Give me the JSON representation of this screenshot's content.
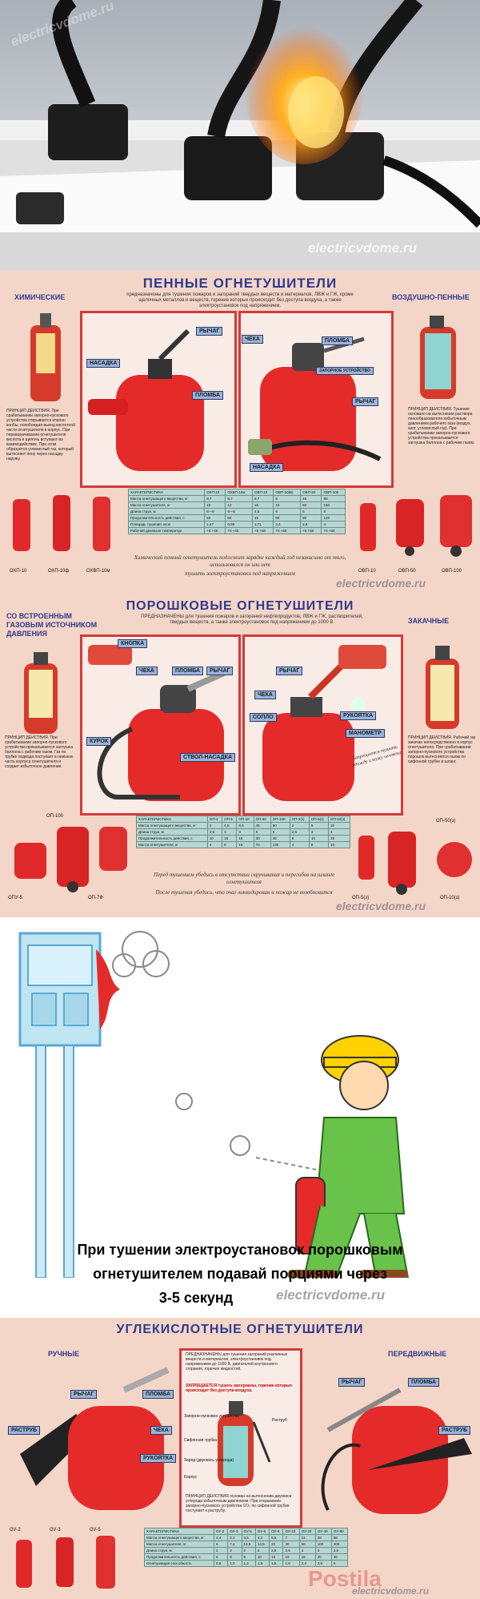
{
  "site": {
    "watermark": "electricvdome.ru"
  },
  "photo": {
    "watermark": "electricvdome.ru"
  },
  "foam": {
    "title": "ПЕННЫЕ ОГНЕТУШИТЕЛИ",
    "subtitle": "предназначены для тушения пожаров и загораний твердых веществ и материалов, ЛВЖ и ГЖ, кроме щелочных металлов и веществ, горение которых происходит без доступа воздуха, а также электроустановок под напряжением.",
    "left_head": "ХИМИЧЕСКИЕ",
    "right_head": "ВОЗДУШНО-ПЕННЫЕ",
    "tags": {
      "lever": "РЫЧАГ",
      "nozzle": "НАСАДКА",
      "float": "ПЛОМБА",
      "check": "ЧЕКА",
      "seal": "ПЛОМБА",
      "lever2": "РЫЧАГ",
      "nozzle2": "НАСАДКА",
      "valve": "ЗАПОРНОЕ УСТРОЙСТВО"
    },
    "left_para": "ПРИНЦИП ДЕЙСТВИЯ. При срабатывании запорно-пускового устройства открывается клапан колбы, освобождая выход кислотной части огнетушителя в корпус. При переворачивании огнетушителя кислота и щелочь вступают во взаимодействие. При этом образуется углекислый газ, который вытесняет пену через насадку наружу.",
    "right_para": "ПРИНЦИП ДЕЙСТВИЯ. Тушение основано на вытеснении раствора пенообразователя избыточным давлением рабочего газа (воздух, азот, углекислый газ). При срабатывании запорно-пускового устройства прокалывается заглушка баллона с рабочим газом.",
    "table_header": [
      "ХАРАКТЕРИСТИКА",
      "ОХП-10",
      "ОХВП-10м",
      "ОВП-10",
      "ОВП-10(Б)",
      "ОВП-50",
      "ОВП-100"
    ],
    "table_rows": [
      [
        "Масса огнетушащего вещества, кг",
        "8,7",
        "8,7",
        "8,7",
        "9",
        "45",
        "90"
      ],
      [
        "Масса огнетушителя, кг",
        "15",
        "14",
        "15",
        "15",
        "80",
        "150"
      ],
      [
        "Длина струи, м",
        "6—8",
        "6—8",
        "4,5",
        "6",
        "6",
        "8"
      ],
      [
        "Продолжительность действия, с",
        "60",
        "60",
        "45",
        "60",
        "90",
        "120"
      ],
      [
        "Площадь тушения, кв.м",
        "1,47",
        "0,99",
        "1,71",
        "2,4",
        "2,8",
        "4"
      ],
      [
        "Рабочий диапазон температур",
        "+5 +45",
        "+5 +45",
        "+5 +50",
        "+5 +50",
        "+5 +50",
        "+5 +50"
      ]
    ],
    "note": "Химический пенный огнетушитель подлежит зарядке каждый год независимо от того, использовался он или нет",
    "note2": "тушить электроустановки под напряжением",
    "captions": [
      "ОХП-10",
      "ОХП-10ф",
      "ОХВП-10м",
      "ОВП-10",
      "ОВП-50",
      "ОВП-100"
    ],
    "watermark": "electricvdome.ru"
  },
  "powder": {
    "title": "ПОРОШКОВЫЕ ОГНЕТУШИТЕЛИ",
    "subtitle": "ПРЕДНАЗНАЧЕНЫ для тушения пожаров и загораний нефтепродуктов, ЛВЖ и ГЖ, растворителей, твердых веществ, а также электроустановок под напряжением до 1000 В.",
    "left_head": "СО ВСТРОЕННЫМ ГАЗОВЫМ ИСТОЧНИКОМ ДАВЛЕНИЯ",
    "right_head": "ЗАКАЧНЫЕ",
    "tags": {
      "button": "КНОПКА",
      "check": "ЧЕКА",
      "seal": "ПЛОМБА",
      "lever": "РЫЧАГ",
      "trigger": "КУРОК",
      "barrel": "СТВОЛ-НАСАДКА",
      "lever2": "РЫЧАГ",
      "check2": "ЧЕКА",
      "nozzle": "СОПЛО",
      "handle": "РУКОЯТКА",
      "gauge": "МАНОМЕТР"
    },
    "left_para": "ПРИНЦИП ДЕЙСТВИЯ. При срабатывании запорно-пускового устройства прокалывается заглушка баллона с рабочим газом. Газ по трубке подвода поступает в нижнюю часть корпуса огнетушителя и создает избыточное давление.",
    "right_para": "ПРИНЦИП ДЕЙСТВИЯ. Рабочий газ закачан непосредственно в корпус огнетушителя. При срабатывании запорно-пускового устройства порошок вытесняется газом по сифонной трубке в шланг.",
    "table_header": [
      "ХАРАКТЕРИСТИКА",
      "ОП-2",
      "ОП-5",
      "ОП-10",
      "ОП-50",
      "ОП-100",
      "ОП-2(з)",
      "ОП-5(з)",
      "ОП-10(з)"
    ],
    "table_rows": [
      [
        "Масса огнетушащего вещества, кг",
        "2",
        "4,5",
        "8,5",
        "45",
        "90",
        "2",
        "5",
        "10"
      ],
      [
        "Длина струи, м",
        "2,5",
        "3",
        "3",
        "5",
        "6",
        "2,5",
        "3",
        "4"
      ],
      [
        "Продолжительность действия, с",
        "10",
        "15",
        "15",
        "30",
        "45",
        "8",
        "10",
        "15"
      ],
      [
        "Масса огнетушителя, кг",
        "4",
        "8",
        "16",
        "70",
        "130",
        "4",
        "8",
        "16"
      ]
    ],
    "note": "Перед тушением убедись в отсутствии скручивания и перегибов на шланге огнетушителя",
    "note2": "После тушения убедись, что очаг ликвидирован и пожар не возобновится",
    "center_note": "Запрещается тушить одежду и кожу человека",
    "captions": [
      "ОП-100",
      "ОПУ-5",
      "ОП-7Ф",
      "ОП-5(з)",
      "ОП-10(з)",
      "ОП-50(з)"
    ],
    "watermark": "electricvdome.ru"
  },
  "cartoon": {
    "caption_line1": "При тушении электроустановок порошковым",
    "caption_line2": "огнетушителем подавай порциями через",
    "caption_line3": "3-5 секунд",
    "watermark": "electricvdome.ru"
  },
  "co2": {
    "title": "УГЛЕКИСЛОТНЫЕ ОГНЕТУШИТЕЛИ",
    "left_head": "РУЧНЫЕ",
    "right_head": "ПЕРЕДВИЖНЫЕ",
    "subtitle": "ПРЕДНАЗНАЧЕНЫ для тушения загораний различных веществ и материалов, электроустановок под напряжением до 1000 В, двигателей внутреннего сгорания, горючих жидкостей.",
    "forbidden": "ЗАПРЕЩАЕТСЯ тушить материалы, горение которых происходит без доступа воздуха.",
    "tags": {
      "lever": "РЫЧАГ",
      "seal": "ПЛОМБА",
      "horn": "РАСТРУБ",
      "check": "ЧЕКА",
      "handle": "РУКОЯТКА",
      "lever2": "РЫЧАГ",
      "seal2": "ПЛОМБА",
      "horn2": "РАСТРУБ"
    },
    "center_labels": [
      "Запорно-пусковое устройство",
      "Сифонная трубка",
      "Заряд (двуокись углерода)",
      "Корпус",
      "Раструб"
    ],
    "center_para": "ПРИНЦИП ДЕЙСТВИЯ основан на вытеснении двуокиси углерода избыточным давлением. При открывании запорно-пускового устройства CO₂ по сифонной трубке поступает к раструбу.",
    "table_header": [
      "ХАРАКТЕРИСТИКА",
      "ОУ-2",
      "ОУ-3",
      "ОУ-5",
      "ОУ-6",
      "ОУ-8",
      "ОУ-10",
      "ОУ-20",
      "ОУ-40",
      "ОУ-80"
    ],
    "table_rows": [
      [
        "Масса огнетушащего вещества, кг",
        "1,4",
        "2,1",
        "3,5",
        "4,2",
        "5,6",
        "7",
        "14",
        "28",
        "56"
      ],
      [
        "Масса огнетушителя, кг",
        "6",
        "7,4",
        "13,5",
        "14,5",
        "20",
        "30",
        "50",
        "100",
        "200"
      ],
      [
        "Длина струи, м",
        "2",
        "2",
        "2",
        "2",
        "2,5",
        "2,5",
        "3",
        "3",
        "3,5"
      ],
      [
        "Продолжительность действия, с",
        "6",
        "8",
        "8",
        "10",
        "10",
        "10",
        "15",
        "20",
        "30"
      ],
      [
        "Огнетушащая способность",
        "0,8",
        "1,0",
        "1,4",
        "1,5",
        "1,6",
        "1,8",
        "2,4",
        "3,5",
        "5"
      ]
    ],
    "captions": [
      "ОУ-2",
      "ОУ-3",
      "ОУ-5"
    ],
    "posting": "Postila",
    "watermark": "electricvdome.ru"
  }
}
